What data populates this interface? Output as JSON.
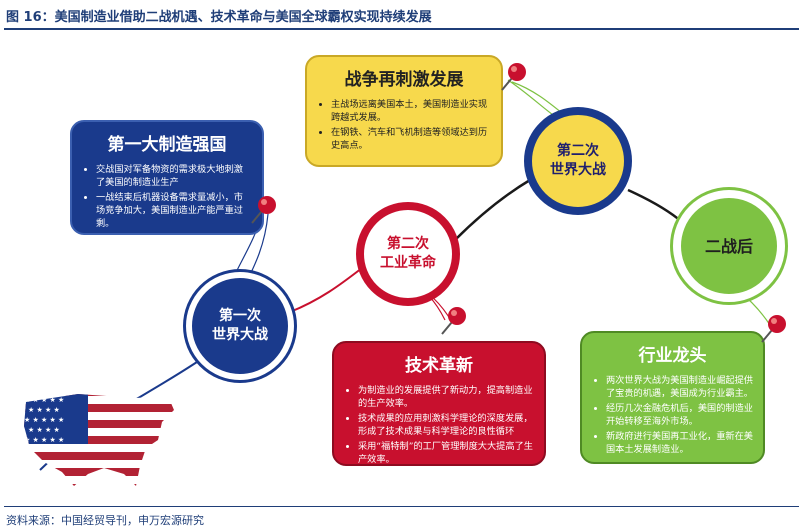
{
  "header": {
    "title": "图 16：美国制造业借助二战机遇、技术革命与美国全球霸权实现持续发展"
  },
  "footer": {
    "source": "资料来源：中国经贸导刊，申万宏源研究"
  },
  "nodes": {
    "ww1": "第一次\n世界大战",
    "ir2": "第二次\n工业革命",
    "ww2": "第二次\n世界大战",
    "postwar": "二战后"
  },
  "cards": {
    "first_power": {
      "title": "第一大制造强国",
      "items": [
        "交战国对军备物资的需求极大地刺激了美国的制造业生产",
        "一战结束后机器设备需求量减小，市场竞争加大，美国制造业产能严重过剩。"
      ]
    },
    "war_again": {
      "title": "战争再刺激发展",
      "items": [
        "主战场远离美国本土，美国制造业实现跨越式发展。",
        "在钢铁、汽车和飞机制造等领域达到历史高点。"
      ]
    },
    "tech_revolution": {
      "title": "技术革新",
      "items": [
        "为制造业的发展提供了新动力，提高制造业的生产效率。",
        "技术成果的应用刺激科学理论的深度发展，形成了技术成果与科学理论的良性循环",
        "采用“福特制”的工厂管理制度大大提高了生产效率。"
      ]
    },
    "industry_leader": {
      "title": "行业龙头",
      "items": [
        "两次世界大战为美国制造业崛起提供了宝贵的机遇，美国成为行业霸主。",
        "经历几次金融危机后，美国的制造业开始转移至海外市场。",
        "新政府进行美国再工业化，重新在美国本土发展制造业。"
      ]
    }
  },
  "colors": {
    "navy": "#1a3a8c",
    "red": "#c8102e",
    "yellow": "#f7d94c",
    "green": "#7ec243",
    "title_blue": "#1f3e78"
  }
}
